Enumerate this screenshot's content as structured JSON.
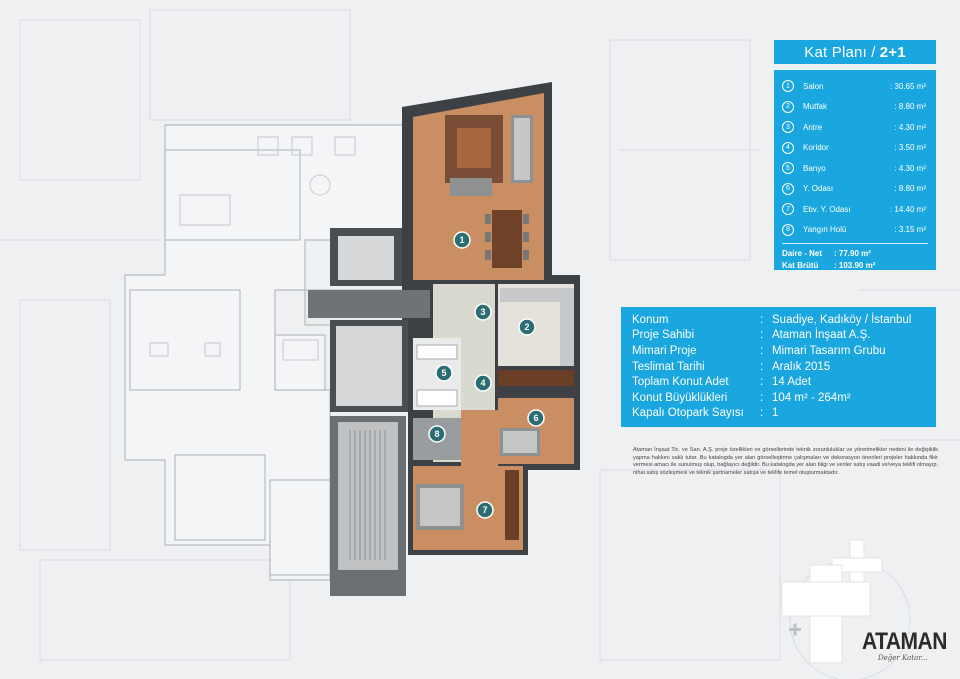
{
  "header": {
    "title": "Kat Planı /",
    "type": "2+1"
  },
  "rooms": [
    {
      "num": "1",
      "name": "Salon",
      "area": ": 30.65 m²"
    },
    {
      "num": "2",
      "name": "Mutfak",
      "area": ": 8.80 m²"
    },
    {
      "num": "3",
      "name": "Antre",
      "area": ": 4.30 m²"
    },
    {
      "num": "4",
      "name": "Koridor",
      "area": ": 3.50 m²"
    },
    {
      "num": "5",
      "name": "Banyo",
      "area": ": 4.30 m²"
    },
    {
      "num": "6",
      "name": "Y. Odası",
      "area": ": 8.80 m²"
    },
    {
      "num": "7",
      "name": "Ebv. Y. Odası",
      "area": ": 14.40 m²"
    },
    {
      "num": "8",
      "name": "Yangın Holü",
      "area": ": 3.15 m²"
    }
  ],
  "totals": {
    "net_label": "Daire - Net",
    "net_value": ":   77.90 m²",
    "gross_label": "Kat Brütü",
    "gross_value": ": 103.90 m²"
  },
  "info": [
    {
      "label": "Konum",
      "value": "Suadiye, Kadıköy / İstanbul"
    },
    {
      "label": "Proje Sahibi",
      "value": "Ataman İnşaat A.Ş."
    },
    {
      "label": "Mimari Proje",
      "value": "Mimari Tasarım Grubu"
    },
    {
      "label": "Teslimat Tarihi",
      "value": "Aralık 2015"
    },
    {
      "label": "Toplam Konut Adet",
      "value": "14 Adet"
    },
    {
      "label": "Konut Büyüklükleri",
      "value": "104 m² - 264m²"
    },
    {
      "label": "Kapalı Otopark Sayısı",
      "value": "1"
    }
  ],
  "info_sep": ":",
  "disclaimer": "Ataman İnşaat Tic. ve San. A.Ş. proje özellikleri ve görsellerinde teknik zorunluluklar ve yönetmelikler nedeni ile değişiklik yapma hakkını saklı tutar. Bu katalogda yer alan görselleştirme çalışmaları ve dekorasyon önerileri projeler hakkında fikir vermesi amacı ile sunulmuş olup, bağlayıcı değildir. Bu katalogda yer alan bilgi ve veriler satış vaadi ve/veya teklifi olmayıp, nihai satış sözleşmesi ve teknik şartnameler satışa ve teklife temel oluşturmaktadır.",
  "plan_markers": [
    "1",
    "2",
    "3",
    "4",
    "5",
    "6",
    "7",
    "8"
  ],
  "logo": {
    "name": "ATAMAN",
    "slogan": "Değer Katar..."
  },
  "colors": {
    "accent": "#1aa6de",
    "floor_wood": "#c98f62",
    "wall": "#3d4045",
    "tile": "#d9d9cf"
  }
}
